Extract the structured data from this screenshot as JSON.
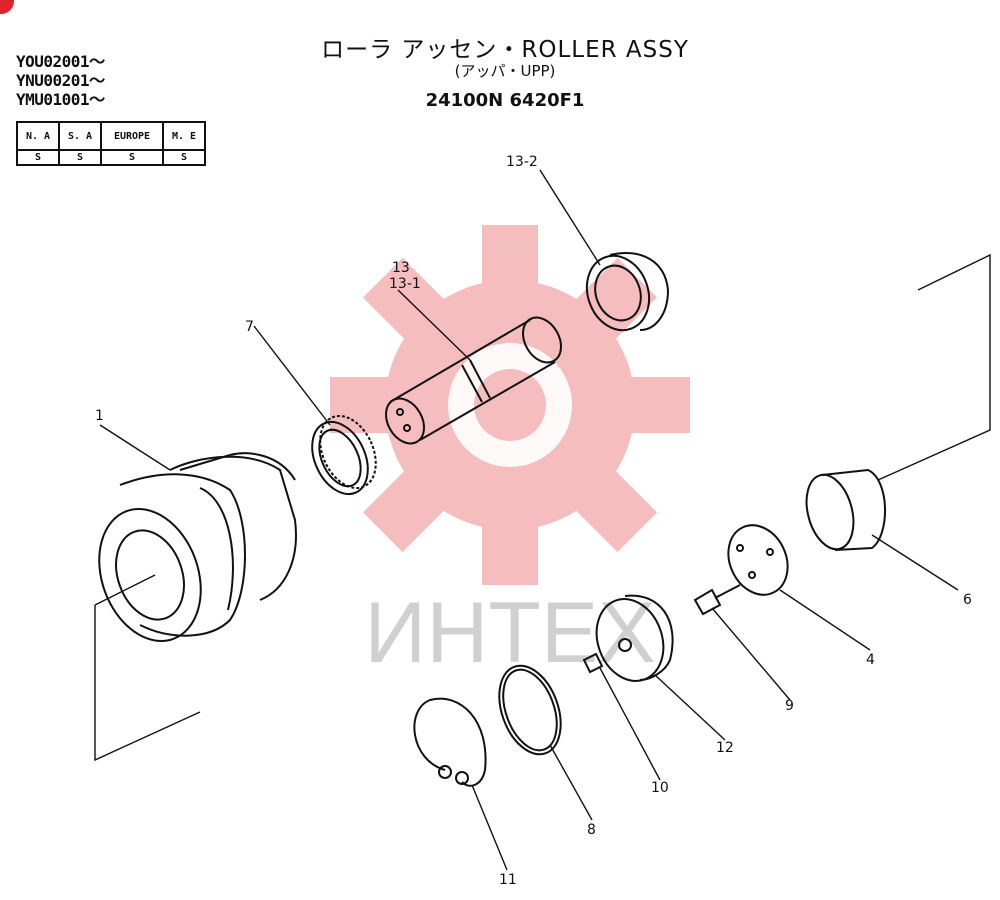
{
  "serials": [
    "YOU02001～",
    "YNU00201～",
    "YMU01001～"
  ],
  "title": {
    "line1": "ローラ アッセン・ROLLER  ASSY",
    "line2": "(アッパ・UPP)",
    "part_number": "24100N 6420F1"
  },
  "regions": {
    "headers": [
      "N. A",
      "S. A",
      "EUROPE",
      "M. E"
    ],
    "values": [
      "S",
      "S",
      "S",
      "S"
    ]
  },
  "watermark": "ИНТЕХ",
  "callouts": [
    "1",
    "4",
    "6",
    "7",
    "8",
    "9",
    "10",
    "11",
    "12",
    "13",
    "13-1",
    "13-2"
  ],
  "colors": {
    "watermark": "#f2a8a8",
    "watermark_text": "#c8c8c8",
    "badge": "#e0242d"
  }
}
